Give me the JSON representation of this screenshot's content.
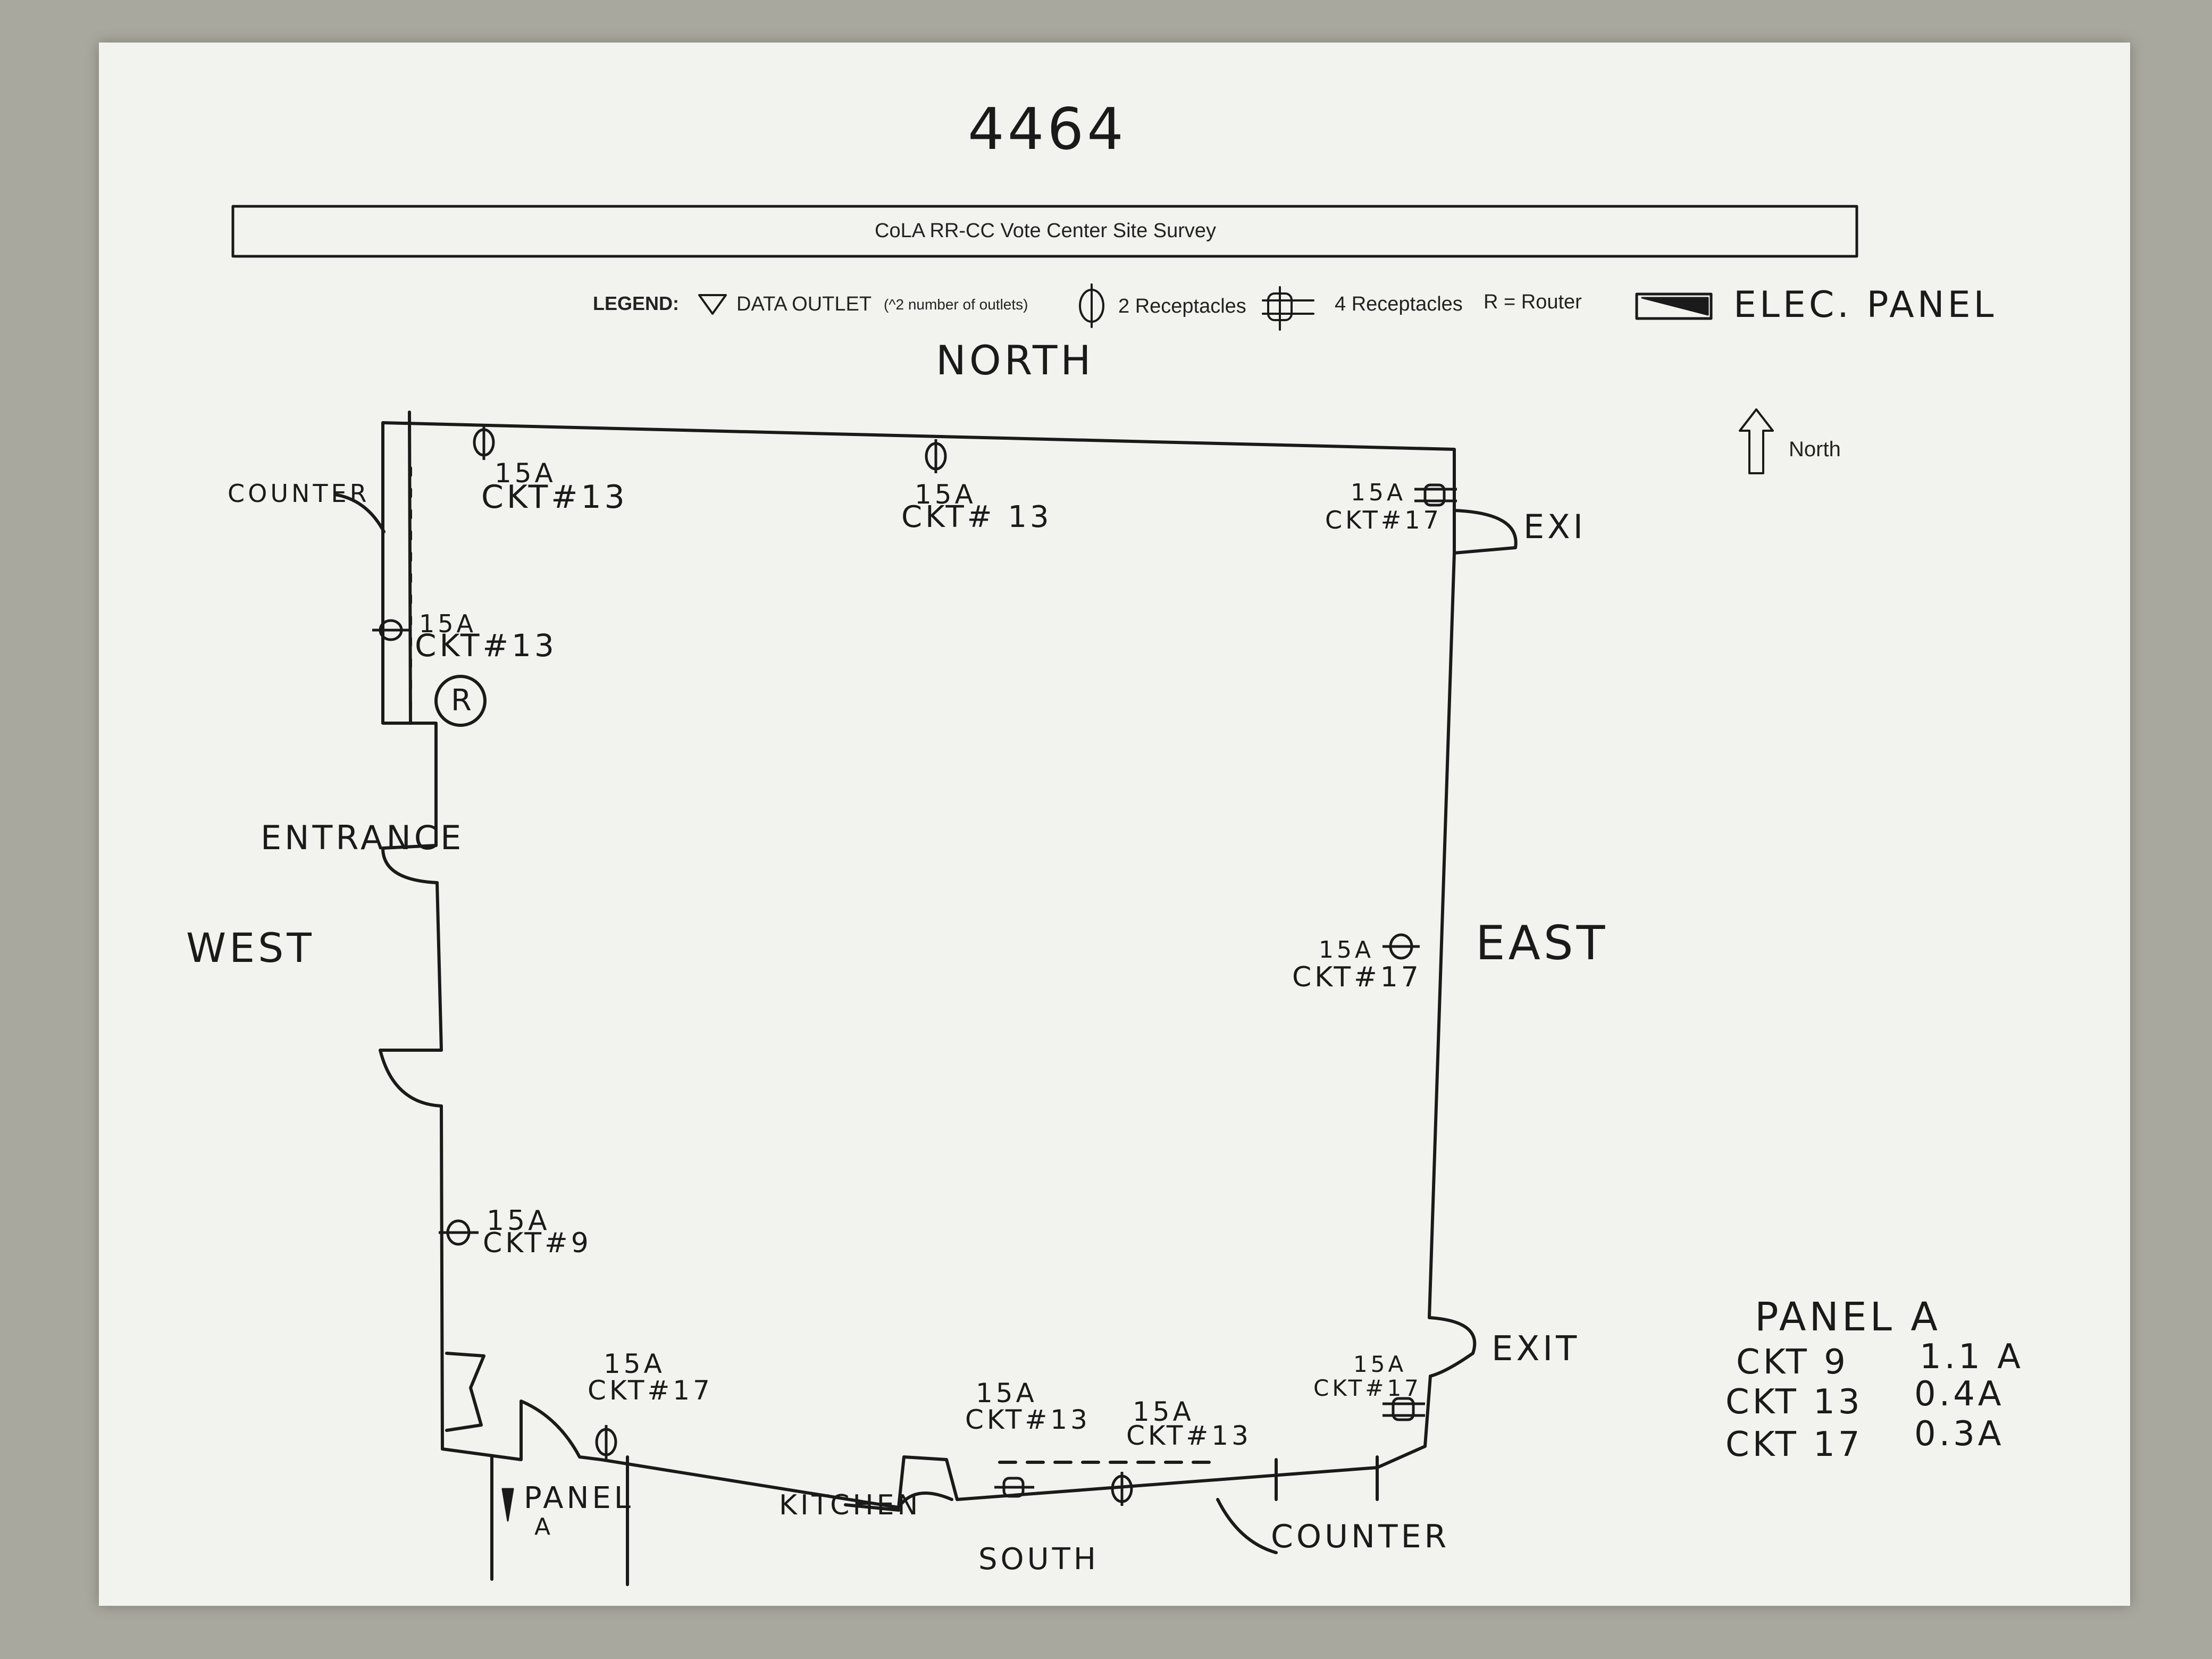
{
  "sheet_number": "4464",
  "header_title": "CoLA RR-CC Vote Center Site Survey",
  "legend": {
    "label": "LEGEND:",
    "data_outlet": "DATA OUTLET",
    "data_outlet_note": "(^2 number of outlets)",
    "two_receptacles": "2 Receptacles",
    "four_receptacles": "4 Receptacles",
    "router": "R = Router",
    "elec_panel": "ELEC. PANEL"
  },
  "north_arrow_label": "North",
  "directions": {
    "north": "NORTH",
    "south": "SOUTH",
    "east": "EAST",
    "west": "WEST"
  },
  "rooms": {
    "counter_nw": "COUNTER",
    "counter_s": "COUNTER",
    "entrance": "ENTRANCE",
    "kitchen": "KITCHEN",
    "exit_ne": "EXI",
    "exit_se": "EXIT",
    "router": "R",
    "panel_line1": "PANEL",
    "panel_line2": "A"
  },
  "outlets": [
    {
      "amps": "15A",
      "circuit": "CKT#13"
    },
    {
      "amps": "15A",
      "circuit": "CKT# 13"
    },
    {
      "amps": "15A",
      "circuit": "CKT#17"
    },
    {
      "amps": "15A",
      "circuit": "CKT#13"
    },
    {
      "amps": "15A",
      "circuit": "CKT#17"
    },
    {
      "amps": "15A",
      "circuit": "CKT#9"
    },
    {
      "amps": "15A",
      "circuit": "CKT#17"
    },
    {
      "amps": "15A",
      "circuit": "CKT#13"
    },
    {
      "amps": "15A",
      "circuit": "CKT#13"
    },
    {
      "amps": "15A",
      "circuit": "CKT#17"
    }
  ],
  "panel_table": {
    "title": "PANEL A",
    "rows": [
      {
        "circuit": "CKT 9",
        "load": "1.1 A"
      },
      {
        "circuit": "CKT 13",
        "load": "0.4A"
      },
      {
        "circuit": "CKT 17",
        "load": "0.3A"
      }
    ]
  }
}
